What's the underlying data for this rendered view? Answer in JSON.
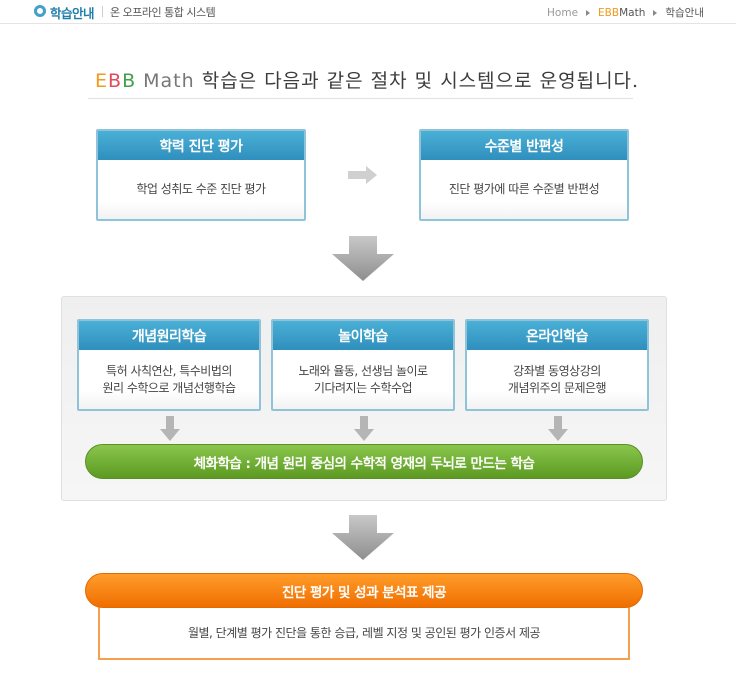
{
  "header": {
    "page_title": "학습안내",
    "subtitle": "온 오프라인 통합 시스템",
    "breadcrumb": {
      "home": "Home",
      "section_brand": "EBB",
      "section_rest": " Math",
      "current": "학습안내"
    }
  },
  "headline": {
    "brand_e": "E",
    "brand_b1": "B",
    "brand_b2": "B",
    "brand_math": " Math ",
    "text": "학습은 다음과 같은 절차 및 시스템으로 운영됩니다."
  },
  "top_steps": [
    {
      "title": "학력 진단 평가",
      "body": "학업 성취도 수준 진단 평가"
    },
    {
      "title": "수준별 반편성",
      "body": "진단 평가에 따른 수준별 반편성"
    }
  ],
  "learning_steps": [
    {
      "title": "개념원리학습",
      "body_line1": "특허 사칙연산, 특수비법의",
      "body_line2": "원리 수학으로 개념선행학습"
    },
    {
      "title": "놀이학습",
      "body_line1": "노래와 율동, 선생님 놀이로",
      "body_line2": "기다려지는 수학수업"
    },
    {
      "title": "온라인학습",
      "body_line1": "강좌별 동영상강의",
      "body_line2": "개념위주의 문제은행"
    }
  ],
  "integration": {
    "label": "체화학습 : 개념 원리 중심의 수학적 영재의 두뇌로 만드는 학습"
  },
  "report": {
    "title": "진단 평가 및 성과 분석표 제공",
    "body": "월별, 단계별 평가 진단을 통한 승급, 레벨 지정 및 공인된 평가 인증서 제공"
  },
  "colors": {
    "blue_header": "#2f8fbd",
    "green_bar": "#5c9a22",
    "orange_bar": "#f06e00",
    "arrow_gray": "#9a9a9a"
  }
}
